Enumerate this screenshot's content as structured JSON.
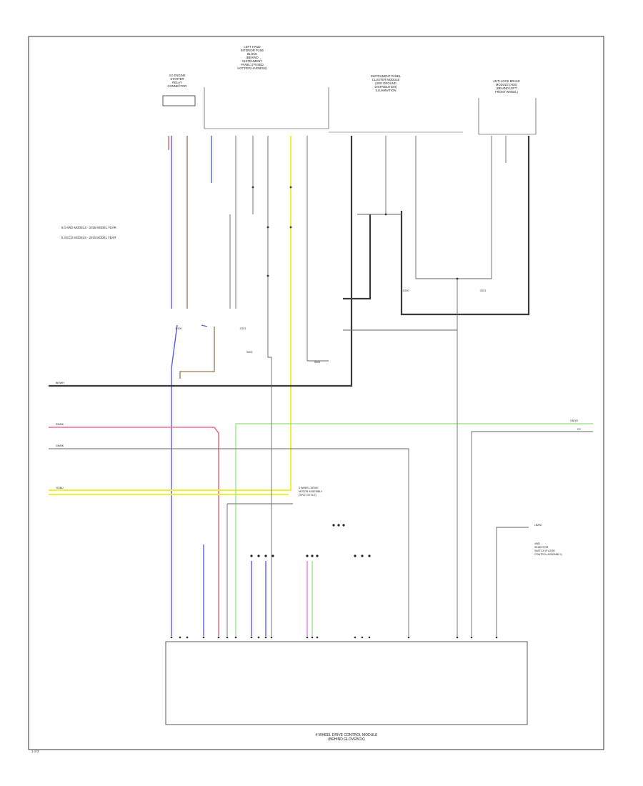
{
  "diagram": {
    "page_number": "1 of 2",
    "legend": {
      "items": [
        "5.0 AWD MODELS - 2015 MODEL YEAR",
        "5.4 ECO MODELS - 2015 MODEL YEAR"
      ]
    },
    "components": {
      "ecm_top": [
        "4.0 ENGINE",
        "STARTER",
        "RELAY",
        "CONNECTOR"
      ],
      "fuse_block": [
        "LEFT HAND",
        "INTERIOR FUSE",
        "BLOCK",
        "(BEHIND",
        "INSTRUMENT",
        "PANEL) (FUSED",
        "HOT PER HARNESS)"
      ],
      "ice_module": [
        "INSTRUMENT PANEL",
        "CLUSTER MODULE",
        "(SEE GROUND",
        "DISTRIBUTION)",
        "ILLUMINATION"
      ],
      "brake_module": [
        "ANTI-LOCK BRAKE",
        "MODULE (ABS)",
        "(BEHIND LEFT",
        "FRONT WHEEL)"
      ],
      "bottom_module": [
        "4 WHEEL DRIVE CONTROL MODULE",
        "(BEHIND GLOVEBOX)"
      ],
      "right_module": [
        "4WD",
        "SELECTOR",
        "SWITCH (FLOOR",
        "CONTROL ASSEMBLY)"
      ],
      "center_module": [
        "4 WHEEL DRIVE",
        "MOTOR ASSEMBLY",
        "(SPLIT STYLE)"
      ],
      "grounds": [
        "G100",
        "G101",
        "G200",
        "G201"
      ],
      "splices": [
        "S200",
        "S201"
      ]
    },
    "wire_labels": {
      "row_a": "BK/WH",
      "row_b": "YE/BU",
      "row_c": "RD/BK",
      "row_d": "GN/BK",
      "right_a": "GN/YE",
      "right_b": "GY",
      "bottom_label": "LB/RD"
    },
    "colors": {
      "wire_blue": "#5b5bf0",
      "wire_red": "#f06d87",
      "wire_yellow": "#eef03a",
      "wire_green": "#8fe07a",
      "wire_pink": "#e06ad0",
      "wire_brown": "#8b7a4a",
      "wire_dark": "#3a3a3a",
      "wire_black": "#111111"
    }
  }
}
